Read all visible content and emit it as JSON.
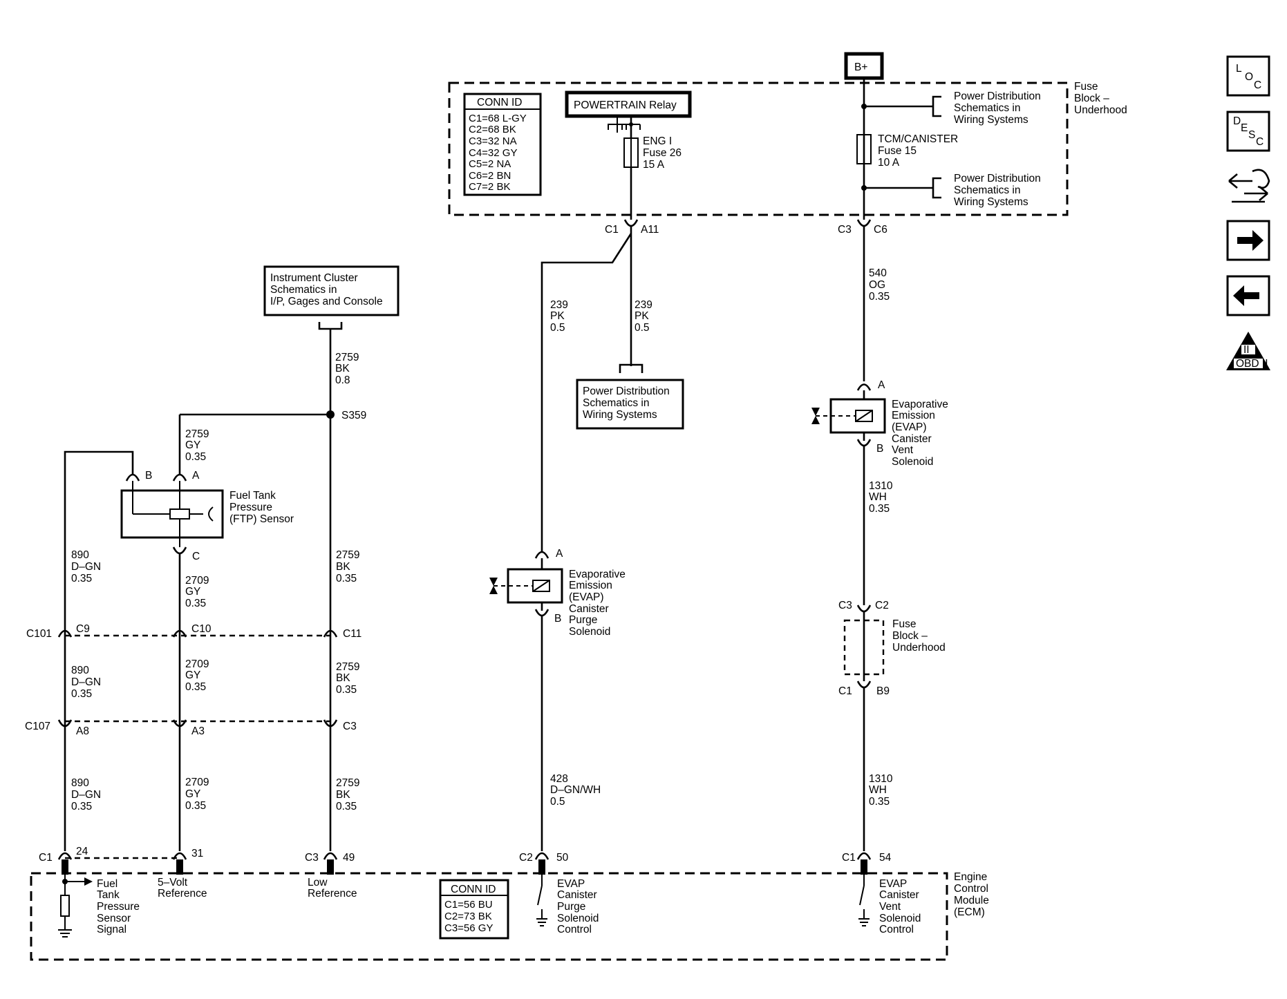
{
  "top": {
    "battery": "B+"
  },
  "fuse_block_top": {
    "label": [
      "Fuse",
      "Block –",
      "Underhood"
    ],
    "conn_id": {
      "title": "CONN ID",
      "rows": [
        "C1=68 L-GY",
        "C2=68 BK",
        "C3=32 NA",
        "C4=32 GY",
        "C5=2 NA",
        "C6=2 BN",
        "C7=2 BK"
      ]
    },
    "relay": "POWERTRAIN Relay",
    "fuse_eng": [
      "ENG I",
      "Fuse 26",
      "15 A"
    ],
    "fuse_tcm": [
      "TCM/CANISTER",
      "Fuse 15",
      "10 A"
    ],
    "pd_ref_1": [
      "Power Distribution",
      "Schematics in",
      "Wiring Systems"
    ],
    "pd_ref_2": [
      "Power Distribution",
      "Schematics in",
      "Wiring Systems"
    ]
  },
  "connectors_top": {
    "left_conn": "C1",
    "left_pin": "A11",
    "right_conn": "C3",
    "right_pin": "C6"
  },
  "wires": {
    "w239_left": [
      "239",
      "PK",
      "0.5"
    ],
    "w239_right": [
      "239",
      "PK",
      "0.5"
    ],
    "w540": [
      "540",
      "OG",
      "0.35"
    ],
    "w1310_upper": [
      "1310",
      "WH",
      "0.35"
    ],
    "w1310_lower": [
      "1310",
      "WH",
      "0.35"
    ],
    "w428": [
      "428",
      "D–GN/WH",
      "0.5"
    ],
    "w2759_top": [
      "2759",
      "BK",
      "0.8"
    ],
    "w2759_gy": [
      "2759",
      "GY",
      "0.35"
    ],
    "w890_a": [
      "890",
      "D–GN",
      "0.35"
    ],
    "w2709_a": [
      "2709",
      "GY",
      "0.35"
    ],
    "w2759_a": [
      "2759",
      "BK",
      "0.35"
    ],
    "w890_b": [
      "890",
      "D–GN",
      "0.35"
    ],
    "w2709_b": [
      "2709",
      "GY",
      "0.35"
    ],
    "w2759_b": [
      "2759",
      "BK",
      "0.35"
    ],
    "w890_c": [
      "890",
      "D–GN",
      "0.35"
    ],
    "w2709_c": [
      "2709",
      "GY",
      "0.35"
    ],
    "w2759_c": [
      "2759",
      "BK",
      "0.35"
    ]
  },
  "pd_ref_mid": [
    "Power Distribution",
    "Schematics in",
    "Wiring Systems"
  ],
  "instrument_cluster": [
    "Instrument Cluster",
    "Schematics in",
    "I/P, Gages and Console"
  ],
  "splice": "S359",
  "ftp_sensor": {
    "label": [
      "Fuel Tank",
      "Pressure",
      "(FTP) Sensor"
    ],
    "pin_b": "B",
    "pin_a": "A",
    "pin_c": "C"
  },
  "vent_solenoid": {
    "label": [
      "Evaporative",
      "Emission",
      "(EVAP)",
      "Canister",
      "Vent",
      "Solenoid"
    ],
    "pin_a": "A",
    "pin_b": "B"
  },
  "purge_solenoid": {
    "label": [
      "Evaporative",
      "Emission",
      "(EVAP)",
      "Canister",
      "Purge",
      "Solenoid"
    ],
    "pin_a": "A",
    "pin_b": "B"
  },
  "fuse_block_small": {
    "label": [
      "Fuse",
      "Block –",
      "Underhood"
    ],
    "top_conn": "C3",
    "top_pin": "C2",
    "bot_conn": "C1",
    "bot_pin": "B9"
  },
  "c101": {
    "name": "C101",
    "pins": [
      "C9",
      "C10",
      "C11"
    ]
  },
  "c107": {
    "name": "C107",
    "pins": [
      "A8",
      "A3",
      "C3"
    ]
  },
  "ecm": {
    "label": [
      "Engine",
      "Control",
      "Module",
      "(ECM)"
    ],
    "conn_id": {
      "title": "CONN ID",
      "rows": [
        "C1=56 BU",
        "C2=73 BK",
        "C3=56 GY"
      ]
    },
    "pins": [
      {
        "conn": "C1",
        "pin": "24"
      },
      {
        "conn": "",
        "pin": "31"
      },
      {
        "conn": "C3",
        "pin": "49"
      },
      {
        "conn": "C2",
        "pin": "50"
      },
      {
        "conn": "C1",
        "pin": "54"
      }
    ],
    "fuel_tank_signal": [
      "Fuel",
      "Tank",
      "Pressure",
      "Sensor",
      "Signal"
    ],
    "five_volt": [
      "5–Volt",
      "Reference"
    ],
    "low_ref": [
      "Low",
      "Reference"
    ],
    "purge_control": [
      "EVAP",
      "Canister",
      "Purge",
      "Solenoid",
      "Control"
    ],
    "vent_control": [
      "EVAP",
      "Canister",
      "Vent",
      "Solenoid",
      "Control"
    ]
  },
  "nav_icons": {
    "loc": [
      "L",
      "O",
      "C"
    ],
    "desc": [
      "D",
      "E",
      "S",
      "C"
    ],
    "obd": [
      "II",
      "OBD II"
    ]
  }
}
